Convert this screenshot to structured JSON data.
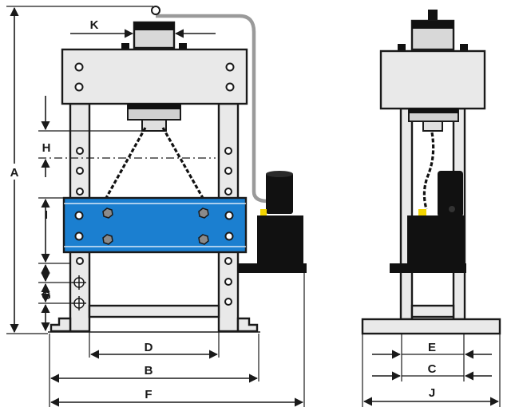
{
  "diagram": {
    "labels": {
      "A": "A",
      "B": "B",
      "C": "C",
      "D": "D",
      "E": "E",
      "F": "F",
      "G": "G",
      "H": "H",
      "I": "I",
      "J": "J",
      "K": "K"
    },
    "colors": {
      "bed_blue": "#1b7fd0",
      "frame_gray": "#e9e9e9",
      "outline": "#1a1a1a",
      "pump_black": "#111111",
      "connector_yellow": "#f2d400"
    },
    "icons": [
      "hex-bolt-icon",
      "crosshair-pin-icon",
      "arrow-icon"
    ]
  }
}
